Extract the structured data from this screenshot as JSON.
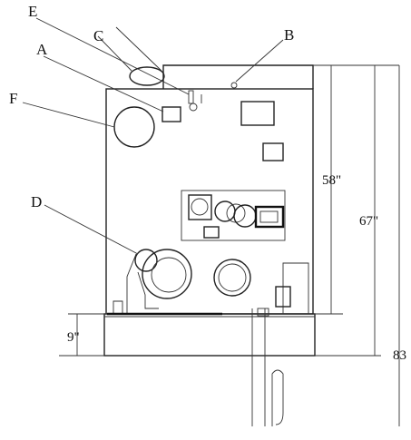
{
  "diagram": {
    "callouts": {
      "a": "A",
      "b": "B",
      "c": "C",
      "d": "D",
      "e": "E",
      "f": "F"
    },
    "dimensions": {
      "h58": "58\"",
      "h67": "67\"",
      "h83": "83",
      "h9": "9\""
    }
  }
}
